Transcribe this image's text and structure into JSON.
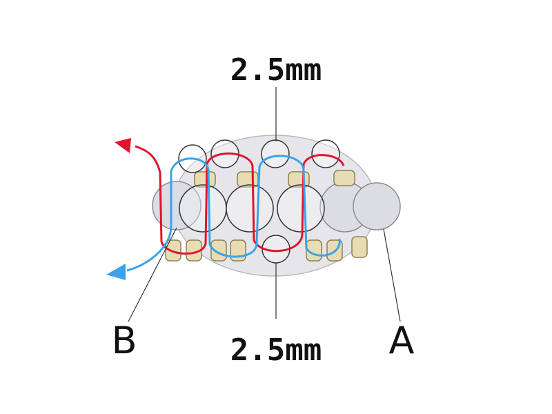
{
  "labels": {
    "top_dimension": "2.5mm",
    "bottom_dimension": "2.5mm",
    "left_letter": "B",
    "right_letter": "A"
  },
  "colors": {
    "thread_red": "#e0142c",
    "thread_blue": "#3aa3ea",
    "bead_large_fill": "#dcdde3",
    "bead_small_fill": "#e8dcb2",
    "outline": "#333333",
    "background_disc": "#e6e6ea"
  }
}
